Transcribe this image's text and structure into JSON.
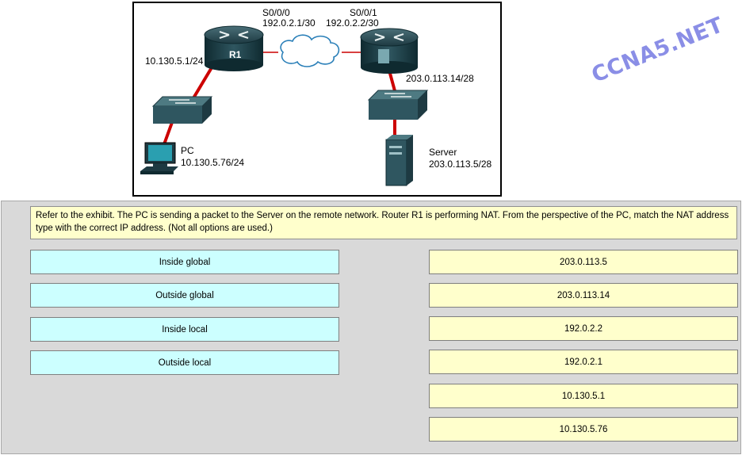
{
  "exhibit": {
    "s0_0_0_label": "S0/0/0",
    "s0_0_0_ip": "192.0.2.1/30",
    "s0_0_1_label": "S0/0/1",
    "s0_0_1_ip": "192.0.2.2/30",
    "r1_label": "R1",
    "r1_lan_ip": "10.130.5.1/24",
    "remote_router_lan_ip": "203.0.113.14/28",
    "pc_label": "PC",
    "pc_ip": "10.130.5.76/24",
    "server_label": "Server",
    "server_ip": "203.0.113.5/28"
  },
  "watermark": "CCNA5.NET",
  "question": "Refer to the exhibit. The PC is sending a packet to the Server on the remote network. Router R1 is performing NAT. From the perspective of the PC, match the NAT address type with the correct IP address. (Not all options are used.)",
  "terms": [
    "Inside global",
    "Outside global",
    "Inside local",
    "Outside local"
  ],
  "options": [
    "203.0.113.5",
    "203.0.113.14",
    "192.0.2.2",
    "192.0.2.1",
    "10.130.5.1",
    "10.130.5.76"
  ],
  "colors": {
    "term_bg": "#ccffff",
    "option_bg": "#ffffcc",
    "panel_bg": "#d9d9d9",
    "link_red": "#cc0000",
    "watermark": "#8a8ee6"
  }
}
